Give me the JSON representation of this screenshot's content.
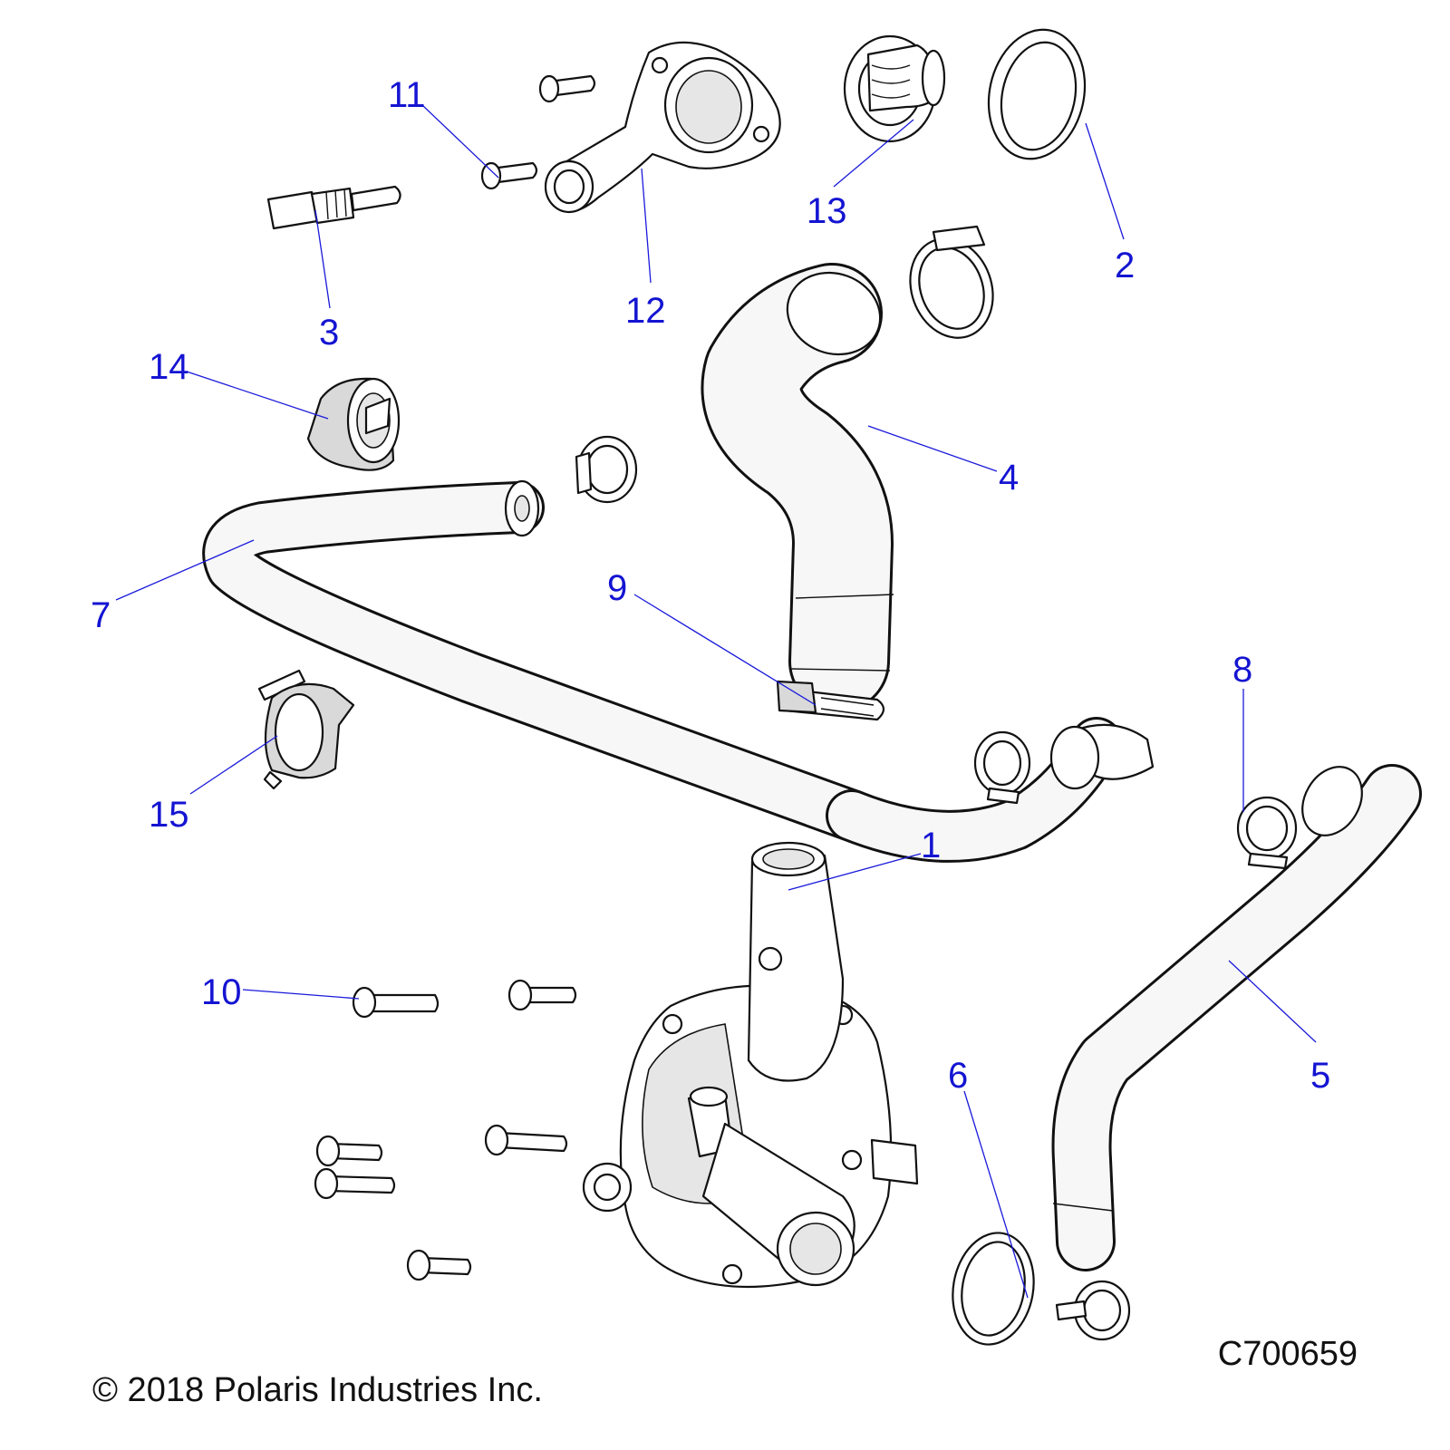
{
  "callouts": {
    "c1": "1",
    "c2": "2",
    "c3": "3",
    "c4": "4",
    "c5": "5",
    "c6": "6",
    "c7": "7",
    "c8": "8",
    "c9": "9",
    "c10": "10",
    "c11": "11",
    "c12": "12",
    "c13": "13",
    "c14": "14",
    "c15": "15"
  },
  "copyright": "© 2018 Polaris Industries Inc.",
  "drawing_id": "C700659",
  "colors": {
    "callout": "#1414d2",
    "leader": "#1a1adb",
    "outline": "#111111"
  }
}
